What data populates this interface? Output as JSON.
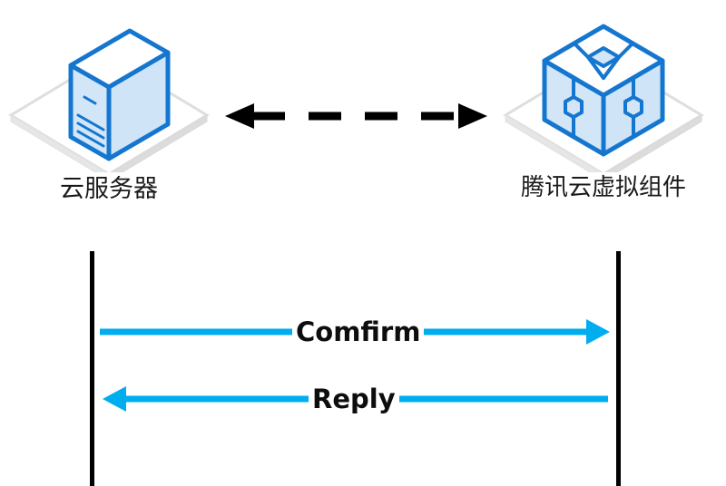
{
  "diagram": {
    "type": "sequence-diagram",
    "title": "",
    "background": "#ffffff",
    "accent_blue": "#00ADEF",
    "icon_outline": "#1576cf",
    "icon_fill": "#d2e6f8",
    "platform_color": "#e2e2e2",
    "line_black": "#000000"
  },
  "nodes": [
    {
      "id": "cloud-server",
      "label": "云服务器",
      "icon": "server-tower-isometric-icon",
      "side": "left"
    },
    {
      "id": "tencent-cloud-virtual-component",
      "label": "腾讯云虚拟组件",
      "icon": "virtual-component-cube-isometric-icon",
      "side": "right"
    }
  ],
  "top_link": {
    "name": "bidirectional-dashed-link",
    "style": "dashed",
    "color": "#000000",
    "arrow_left": true,
    "arrow_right": true,
    "label": ""
  },
  "messages": [
    {
      "id": "msg-comfirm",
      "label": "Comfirm",
      "direction": "left-to-right",
      "color": "#00ADEF",
      "arrowhead": "right"
    },
    {
      "id": "msg-reply",
      "label": "Reply",
      "direction": "right-to-left",
      "color": "#00ADEF",
      "arrowhead": "left"
    }
  ]
}
